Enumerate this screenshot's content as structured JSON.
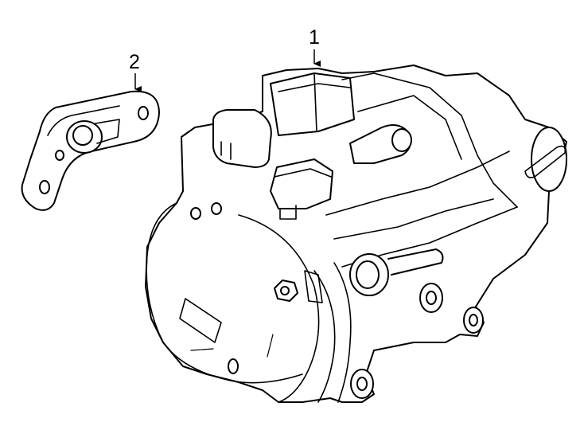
{
  "callouts": [
    {
      "id": "1",
      "label": "1",
      "part": "compressor"
    },
    {
      "id": "2",
      "label": "2",
      "part": "bracket"
    }
  ],
  "colors": {
    "line": "#000000",
    "background": "#ffffff"
  }
}
